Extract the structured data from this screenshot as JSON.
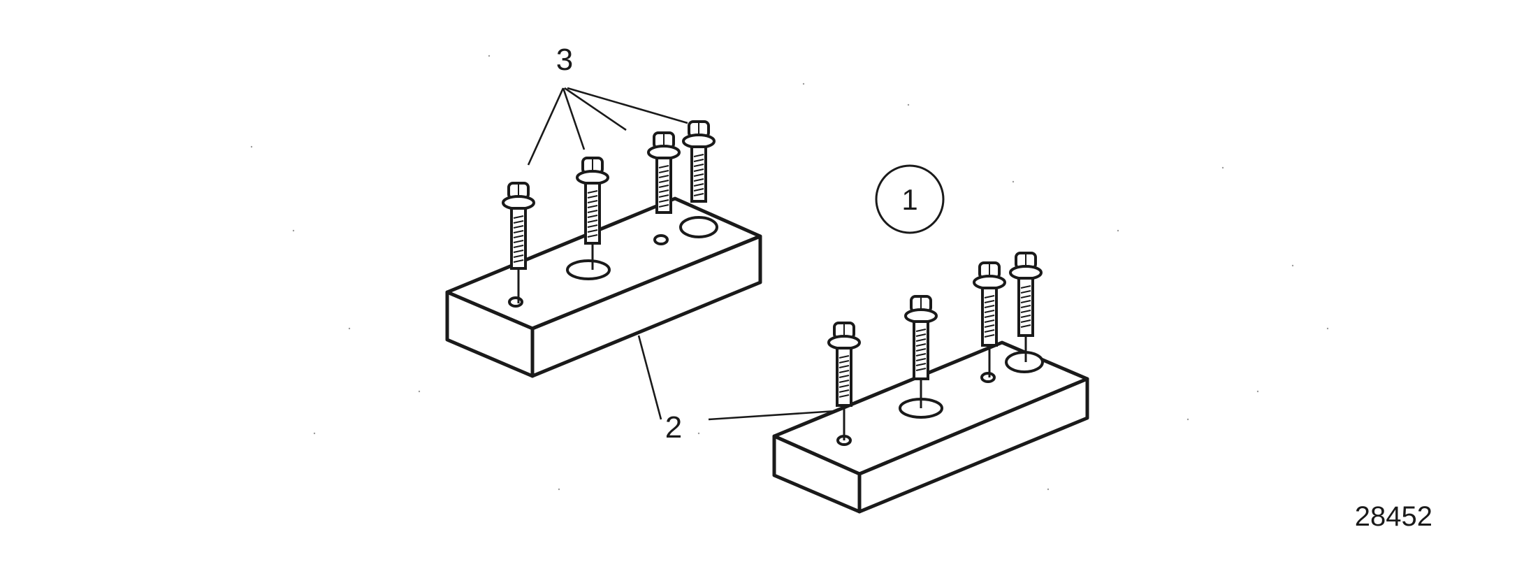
{
  "callouts": {
    "view_number": "1",
    "plate_label": "2",
    "bolt_label": "3"
  },
  "figure_number": "28452",
  "colors": {
    "ink": "#1a1a1a",
    "paper": "#ffffff"
  }
}
